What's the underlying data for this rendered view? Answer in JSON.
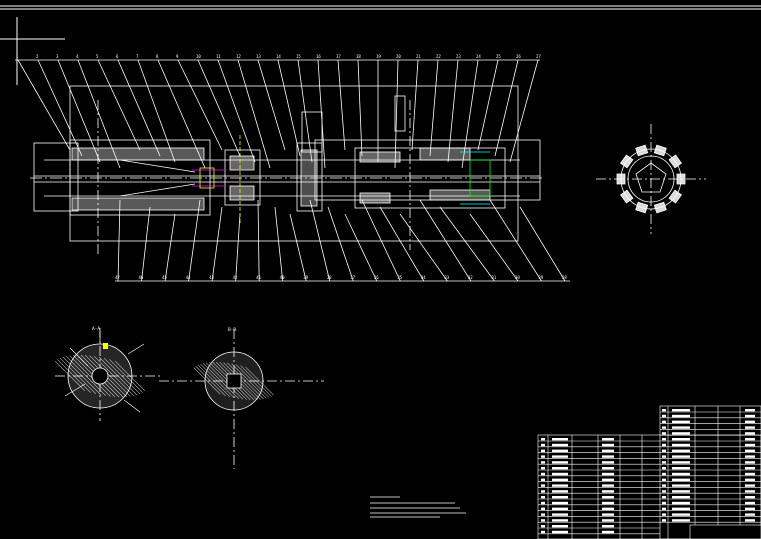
{
  "colors": {
    "background": "#000000",
    "line": "#ffffff",
    "accent": "#ffff00",
    "cyan": "#00ffff",
    "magenta": "#ff00ff",
    "green": "#00ff00"
  },
  "balloons_top": [
    "1",
    "2",
    "3",
    "4",
    "5",
    "6",
    "7",
    "8",
    "9",
    "10",
    "11",
    "12",
    "13",
    "14",
    "15",
    "16",
    "17",
    "18",
    "19",
    "20",
    "21",
    "22",
    "23",
    "24",
    "25",
    "26",
    "27"
  ],
  "balloons_bottom": [
    "47",
    "46",
    "45",
    "44",
    "43",
    "42",
    "41",
    "40",
    "39",
    "38",
    "37",
    "36",
    "35",
    "34",
    "33",
    "32",
    "31",
    "30",
    "29",
    "28"
  ],
  "section_labels": {
    "left": "A-A",
    "mid": "B-B"
  }
}
